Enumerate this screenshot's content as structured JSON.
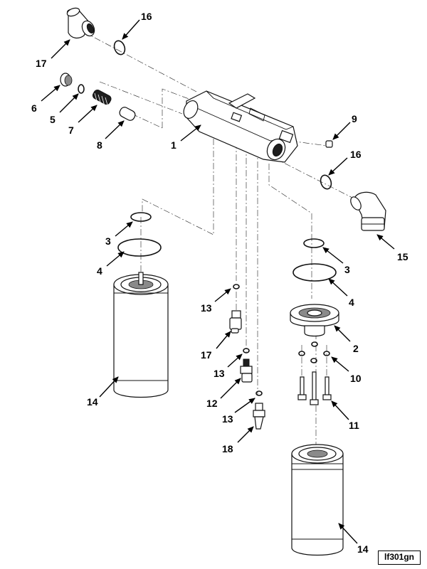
{
  "callouts": {
    "c1": "1",
    "c2": "2",
    "c3a": "3",
    "c3b": "3",
    "c4a": "4",
    "c4b": "4",
    "c5": "5",
    "c6": "6",
    "c7": "7",
    "c8": "8",
    "c9": "9",
    "c10": "10",
    "c11": "11",
    "c12": "12",
    "c13a": "13",
    "c13b": "13",
    "c13c": "13",
    "c14a": "14",
    "c14b": "14",
    "c15": "15",
    "c16a": "16",
    "c16b": "16",
    "c17a": "17",
    "c17b": "17",
    "c18": "18"
  },
  "figure_code": "lf301gn"
}
